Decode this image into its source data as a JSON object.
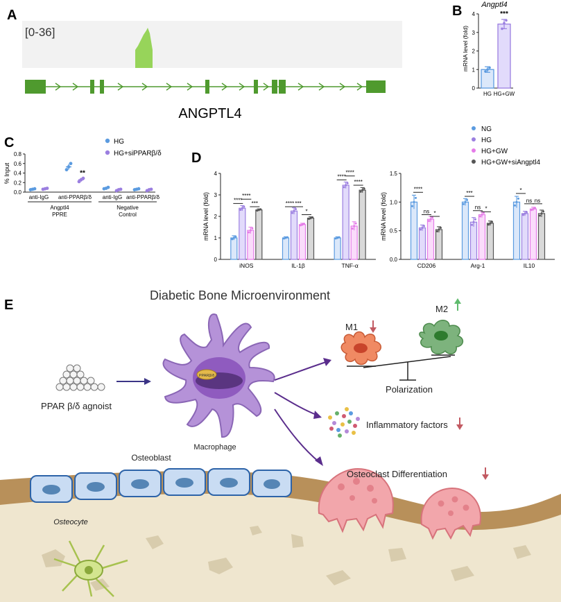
{
  "panel_labels": {
    "a": "A",
    "b": "B",
    "c": "C",
    "d": "D",
    "e": "E"
  },
  "panelA": {
    "range_label": "[0-36]",
    "gene_label": "ANGPTL4"
  },
  "colors": {
    "NG": "#5b9be0",
    "HG": "#9b7fe0",
    "HG+GW": "#e57ce8",
    "HG+GW+siAngptl4": "#555555",
    "NG_fill": "#dbe8fa",
    "HG_fill": "#e2dbfb",
    "GW_fill": "#fadcfb",
    "si_fill": "#d9d9d9",
    "track_green": "#4f9a2e",
    "peak_green": "#97d45a",
    "C_HG": "#5b9be0",
    "C_si": "#9b7fe0"
  },
  "chart_data": [
    {
      "id": "B",
      "type": "bar",
      "title": "Angptl4",
      "ylabel": "mRNA level (fold)",
      "ylim": [
        0,
        4
      ],
      "yticks": [
        "0",
        "1",
        "2",
        "3",
        "4"
      ],
      "categories": [
        "HG",
        "HG+GW"
      ],
      "values": [
        1.0,
        3.45
      ],
      "err": [
        0.15,
        0.25
      ],
      "points": [
        [
          0.9,
          1.0,
          1.1
        ],
        [
          3.2,
          3.5,
          3.65
        ]
      ],
      "sig": [
        {
          "bar": 1,
          "text": "***"
        }
      ]
    },
    {
      "id": "C",
      "type": "scatter",
      "ylabel": "% Input",
      "ylim": [
        0,
        0.8
      ],
      "yticks": [
        "0.0",
        "0.2",
        "0.4",
        "0.6",
        "0.8"
      ],
      "legend": [
        "HG",
        "HG+siPPARβ/δ"
      ],
      "group_labels": [
        "anti-IgG",
        "anti-PPARβ/δ",
        "anti-IgG",
        "anti-PPARβ/δ"
      ],
      "region_labels": [
        [
          "Angptl4",
          "PPRE"
        ],
        [
          "Negative",
          "Control"
        ]
      ],
      "series": [
        {
          "name": "HG",
          "means": [
            0.06,
            0.53,
            0.08,
            0.06
          ],
          "err": [
            0.01,
            0.06,
            0.015,
            0.01
          ],
          "points": [
            [
              0.05,
              0.06,
              0.07
            ],
            [
              0.47,
              0.53,
              0.6
            ],
            [
              0.07,
              0.08,
              0.1
            ],
            [
              0.05,
              0.06,
              0.07
            ]
          ]
        },
        {
          "name": "HG+siPPARβ/δ",
          "means": [
            0.07,
            0.26,
            0.05,
            0.05
          ],
          "err": [
            0.01,
            0.04,
            0.01,
            0.01
          ],
          "points": [
            [
              0.06,
              0.07,
              0.08
            ],
            [
              0.22,
              0.26,
              0.29
            ],
            [
              0.03,
              0.05,
              0.06
            ],
            [
              0.03,
              0.05,
              0.06
            ]
          ]
        }
      ],
      "sig": [
        {
          "group": 1,
          "text": "**"
        }
      ]
    },
    {
      "id": "D1",
      "type": "bar",
      "ylabel": "mRNA level (fold)",
      "ylim": [
        0,
        4
      ],
      "yticks": [
        "0",
        "1",
        "2",
        "3",
        "4"
      ],
      "categories": [
        "iNOS",
        "IL-1β",
        "TNF-α"
      ],
      "series": [
        {
          "name": "NG",
          "values": [
            1.0,
            1.0,
            1.0
          ],
          "err": [
            0.1,
            0.05,
            0.05
          ]
        },
        {
          "name": "HG",
          "values": [
            2.38,
            2.25,
            3.45
          ],
          "err": [
            0.12,
            0.15,
            0.15
          ]
        },
        {
          "name": "HG+GW",
          "values": [
            1.35,
            1.62,
            1.55
          ],
          "err": [
            0.15,
            0.06,
            0.2
          ]
        },
        {
          "name": "HG+GW+siAngptl4",
          "values": [
            2.3,
            1.92,
            3.22
          ],
          "err": [
            0.05,
            0.06,
            0.12
          ]
        }
      ],
      "brackets": [
        {
          "cat": 0,
          "a": 0,
          "b": 1,
          "level": 2.6,
          "text": "****"
        },
        {
          "cat": 0,
          "a": 1,
          "b": 2,
          "level": 2.8,
          "text": "****"
        },
        {
          "cat": 0,
          "a": 2,
          "b": 3,
          "level": 2.45,
          "text": "***"
        },
        {
          "cat": 1,
          "a": 0,
          "b": 1,
          "level": 2.45,
          "text": "****"
        },
        {
          "cat": 1,
          "a": 1,
          "b": 2,
          "level": 2.45,
          "text": "***"
        },
        {
          "cat": 1,
          "a": 2,
          "b": 3,
          "level": 2.08,
          "text": "*"
        },
        {
          "cat": 2,
          "a": 0,
          "b": 1,
          "level": 3.7,
          "text": "****"
        },
        {
          "cat": 2,
          "a": 1,
          "b": 2,
          "level": 3.88,
          "text": "****"
        },
        {
          "cat": 2,
          "a": 2,
          "b": 3,
          "level": 3.45,
          "text": "****"
        }
      ]
    },
    {
      "id": "D2",
      "type": "bar",
      "ylabel": "mRNA level (fold)",
      "ylim": [
        0,
        1.5
      ],
      "yticks": [
        "0.0",
        "0.5",
        "1.0",
        "1.5"
      ],
      "categories": [
        "CD206",
        "Arg-1",
        "IL10"
      ],
      "legend": [
        "NG",
        "HG",
        "HG+GW",
        "HG+GW+siAngptl4"
      ],
      "series": [
        {
          "name": "NG",
          "values": [
            1.0,
            1.0,
            1.0
          ],
          "err": [
            0.12,
            0.06,
            0.1
          ]
        },
        {
          "name": "HG",
          "values": [
            0.55,
            0.65,
            0.8
          ],
          "err": [
            0.05,
            0.08,
            0.04
          ]
        },
        {
          "name": "HG+GW",
          "values": [
            0.7,
            0.78,
            0.88
          ],
          "err": [
            0.05,
            0.05,
            0.03
          ]
        },
        {
          "name": "HG+GW+siAngptl4",
          "values": [
            0.52,
            0.63,
            0.8
          ],
          "err": [
            0.05,
            0.04,
            0.06
          ]
        }
      ],
      "brackets": [
        {
          "cat": 0,
          "a": 0,
          "b": 1,
          "level": 1.17,
          "text": "****"
        },
        {
          "cat": 0,
          "a": 1,
          "b": 2,
          "level": 0.78,
          "text": "ns"
        },
        {
          "cat": 0,
          "a": 2,
          "b": 3,
          "level": 0.75,
          "text": "*"
        },
        {
          "cat": 1,
          "a": 0,
          "b": 1,
          "level": 1.1,
          "text": "***"
        },
        {
          "cat": 1,
          "a": 1,
          "b": 2,
          "level": 0.85,
          "text": "ns"
        },
        {
          "cat": 1,
          "a": 2,
          "b": 3,
          "level": 0.83,
          "text": "*"
        },
        {
          "cat": 2,
          "a": 0,
          "b": 1,
          "level": 1.15,
          "text": "*"
        },
        {
          "cat": 2,
          "a": 1,
          "b": 2,
          "level": 0.97,
          "text": "ns"
        },
        {
          "cat": 2,
          "a": 2,
          "b": 3,
          "level": 0.97,
          "text": "ns"
        }
      ]
    }
  ],
  "panelE": {
    "title": "Diabetic Bone Microenvironment",
    "agonist": "PPAR β/δ agnoist",
    "macrophage": "Macrophage",
    "nucleus_label": "PPARβ/δ",
    "m1": "M1",
    "m2": "M2",
    "polarization": "Polarization",
    "inflammatory": "Inflammatory factors",
    "osteoclast": "Osteoclast Differentiation",
    "osteoblast": "Osteoblast",
    "osteocyte": "Osteocyte"
  }
}
